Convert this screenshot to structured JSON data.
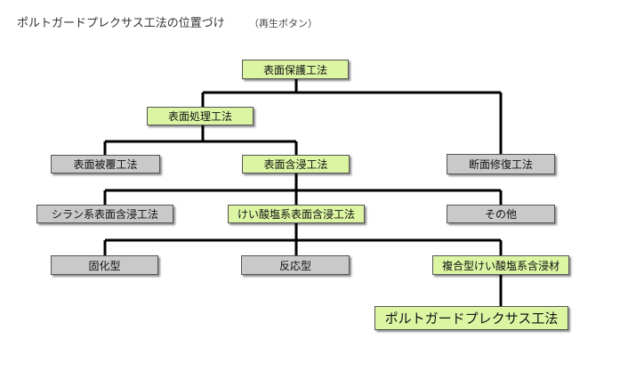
{
  "header": {
    "title": "ポルトガードプレクサス工法の位置づけ",
    "subtitle": "（再生ボタン）"
  },
  "nodes": {
    "surface_protection": "表面保護工法",
    "surface_treatment": "表面処理工法",
    "section_repair": "断面修復工法",
    "surface_coating": "表面被覆工法",
    "surface_impregnation": "表面含浸工法",
    "silane": "シラン系表面含浸工法",
    "silicate": "けい酸塩系表面含浸工法",
    "other": "その他",
    "solidifying": "固化型",
    "reactive": "反応型",
    "composite": "複合型けい酸塩系含浸材",
    "porto_guard": "ポルトガードプレクサス工法"
  },
  "colors": {
    "highlight": "#dcf5a3",
    "neutral": "#c9c9c9",
    "line": "#000000"
  }
}
